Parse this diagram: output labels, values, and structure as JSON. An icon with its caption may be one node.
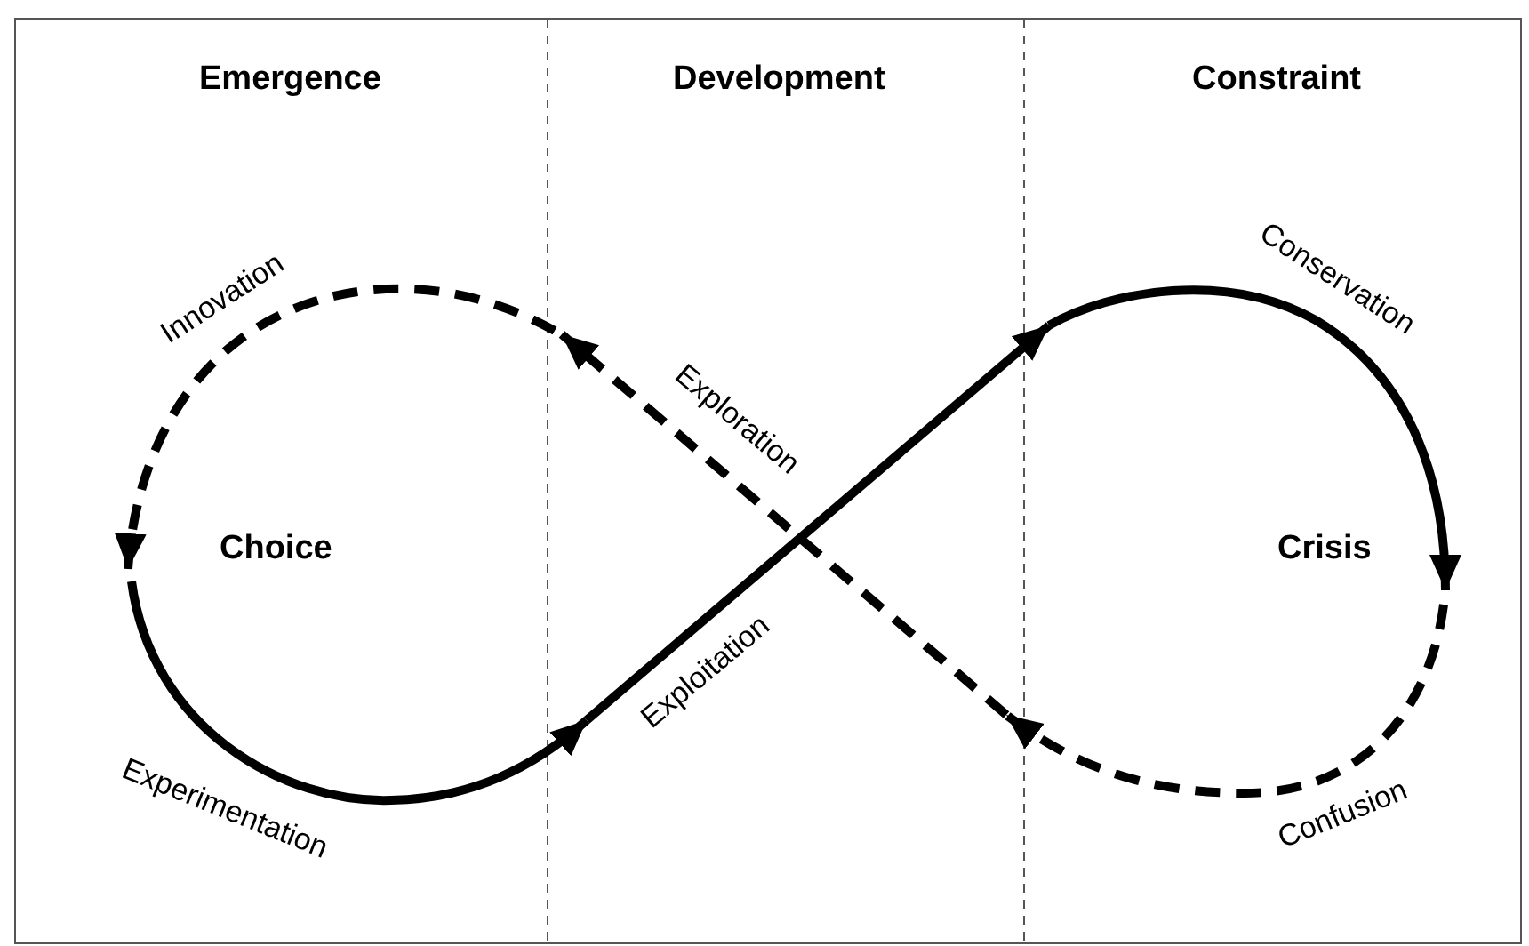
{
  "diagram": {
    "labels": [
      "Emergence",
      "Development",
      "Constraint",
      "Innovation",
      "Conservation",
      "Exploration",
      "Choice",
      "Crisis",
      "Exploitation",
      "Experimentation",
      "Confusion"
    ]
  }
}
